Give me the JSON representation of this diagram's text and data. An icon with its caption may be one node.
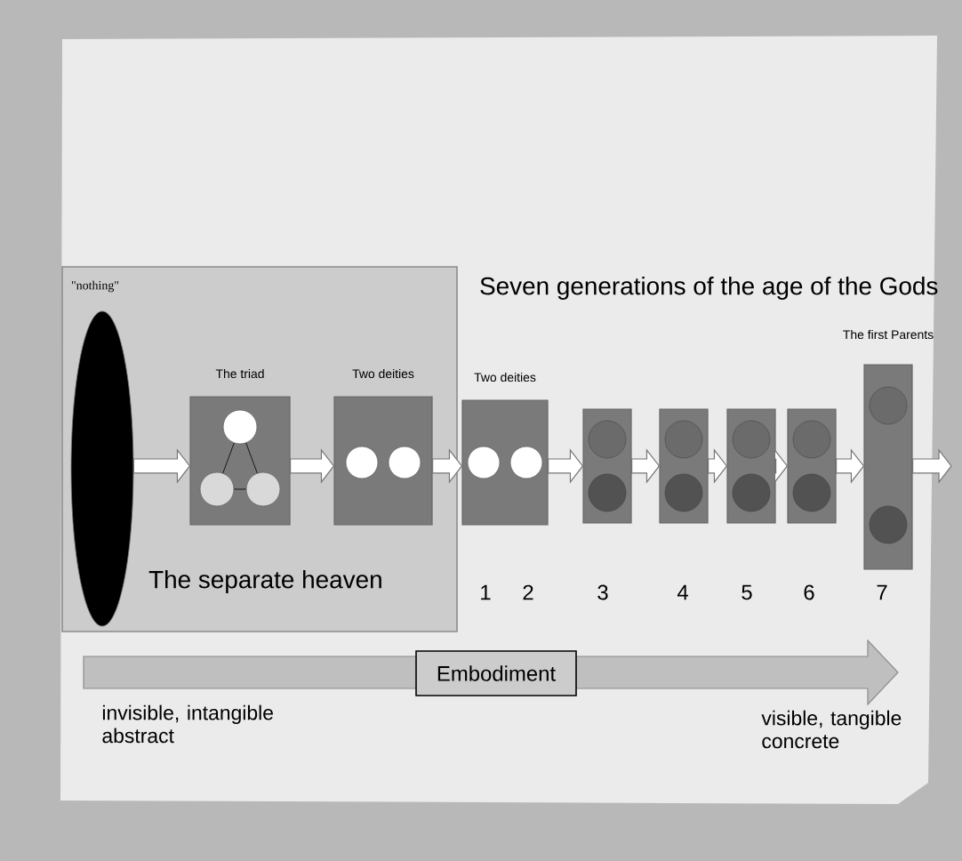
{
  "diagram": {
    "title": "Seven generations of the age of the Gods",
    "nodes": [
      {
        "text": [
          "The separate heaven"
        ]
      },
      {
        "text": [
          "\"nothing\""
        ],
        "in": 0
      },
      {
        "text": [
          "The triad"
        ],
        "in": 0
      },
      {
        "text": [
          "Two deities"
        ],
        "in": 0
      },
      {
        "text": [
          "Two deities"
        ],
        "beside": [
          "1",
          "2"
        ]
      },
      {
        "text": [],
        "shape": "box",
        "beside": [
          "3"
        ]
      },
      {
        "text": [],
        "shape": "box",
        "beside": [
          "4"
        ]
      },
      {
        "text": [],
        "shape": "box",
        "beside": [
          "5"
        ]
      },
      {
        "text": [],
        "shape": "box",
        "beside": [
          "6"
        ]
      },
      {
        "text": [
          "The first Parents"
        ],
        "beside": [
          "7"
        ]
      },
      {
        "text": [
          "Embodiment"
        ]
      }
    ],
    "edges": [
      {
        "from": 1,
        "to": 2,
        "arrow": "to"
      },
      {
        "from": 2,
        "to": 3,
        "arrow": "to"
      },
      {
        "from": 3,
        "to": 4,
        "arrow": "to"
      },
      {
        "from": 4,
        "to": 5,
        "arrow": "to"
      },
      {
        "from": 5,
        "to": 6,
        "arrow": "to"
      },
      {
        "from": 6,
        "to": 7,
        "arrow": "to"
      },
      {
        "from": 7,
        "to": 8,
        "arrow": "to"
      },
      {
        "from": 8,
        "to": 9,
        "arrow": "to"
      },
      {
        "from": 9,
        "to": null,
        "arrow": "to"
      }
    ],
    "labels": [
      "invisible, intangible abstract",
      "visible, tangible concrete"
    ]
  }
}
